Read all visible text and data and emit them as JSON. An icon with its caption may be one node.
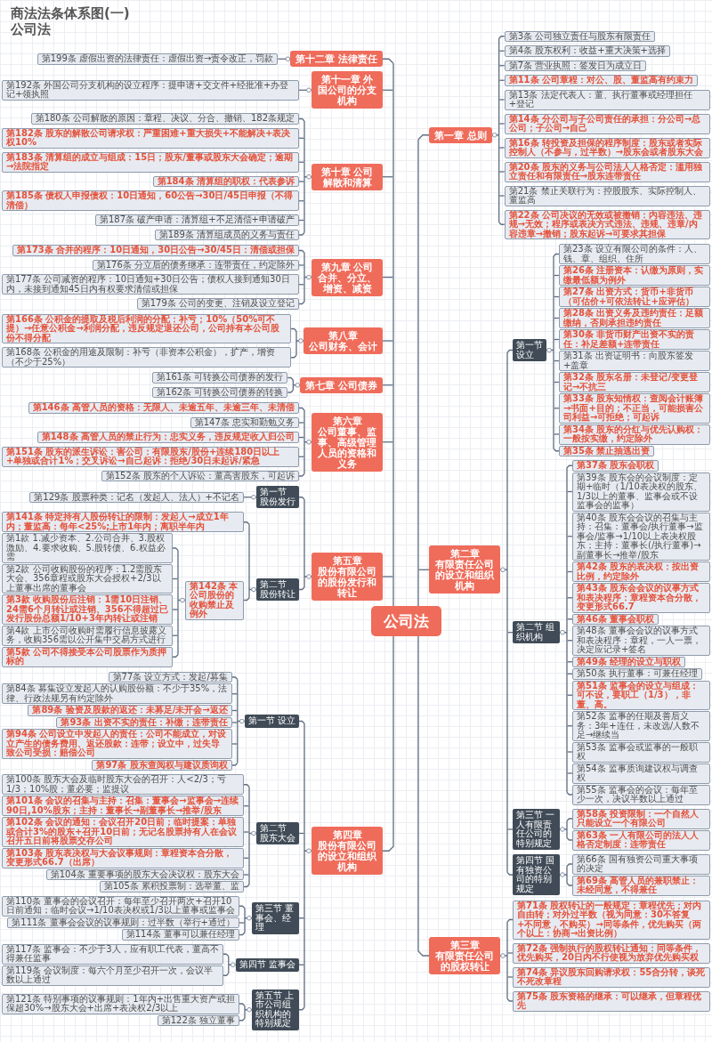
{
  "diagram": {
    "title": "商法法条体系图(一)",
    "labels": [
      "公司法"
    ],
    "nodes": [
      {
        "text": [
          "公司法"
        ]
      },
      {
        "text": [
          "第一章 总则"
        ]
      },
      {
        "text": [
          "第3条 公司独立责任与股东有限责任"
        ]
      },
      {
        "text": [
          "第4条 股东权利：收益+重大决策+选择"
        ]
      },
      {
        "text": [
          "第7条 营业执照：签发日为成立日"
        ]
      },
      {
        "text": [
          "第11条 公司章程：对公、股、董监高有约束力"
        ]
      },
      {
        "text": [
          "第13条 法定代表人：董、执行董事或经理担任+登记"
        ]
      },
      {
        "text": [
          "第14条 分公司与子公司责任的承担：分公司→总公司；子公司→自己"
        ]
      },
      {
        "text": [
          "第16条 转投资及担保的程序制度：股东或者实际控制人（不参与，过半数）→股东会或者股东大会"
        ]
      },
      {
        "text": [
          "第20条 股东的义务与公司法人人格否定：滥用独立责任和有限责任→股东连带责任"
        ]
      },
      {
        "text": [
          "第21条 禁止关联行为：控股股东、实际控制人、董监高"
        ]
      },
      {
        "text": [
          "第22条 公司决议的无效或被撤销：内容违法、违规→无效；程序或表决方式违法、违规、违章/内容违章→撤销；股东起诉→可要求其担保"
        ]
      },
      {
        "text": [
          "第二章",
          "有限责任公司的设立和组织机构"
        ]
      },
      {
        "text": [
          "第一节",
          "设立"
        ]
      },
      {
        "text": [
          "第23条 设立有限公司的条件：人、钱、章、组织、住所"
        ]
      },
      {
        "text": [
          "第26条 注册资本：认缴为原则，实缴最低额为例外"
        ]
      },
      {
        "text": [
          "第27条 出资方式：货币+非货币（可估价+可依法转让+应评估）"
        ]
      },
      {
        "text": [
          "第28条 出资义务及违约责任：足额缴纳，否则承担违约责任"
        ]
      },
      {
        "text": [
          "第30条 非货币财产出资不实的责任：补足差额+连带责任"
        ]
      },
      {
        "text": [
          "第31条 出资证明书：向股东签发+盖章"
        ]
      },
      {
        "text": [
          "第32条 股东名册：未登记/变更登记→不抗三"
        ]
      },
      {
        "text": [
          "第33条 股东知情权：查阅会计账簿→书面+目的；不正当，可能损害公司利益→可拒绝；可起诉"
        ]
      },
      {
        "text": [
          "第34条 股东的分红与优先认购权：一般按实缴，约定除外"
        ]
      },
      {
        "text": [
          "第35条 禁止抽逃出资"
        ]
      },
      {
        "text": [
          "第二节 组织机构"
        ]
      },
      {
        "text": [
          "第37条 股东会职权"
        ]
      },
      {
        "text": [
          "第39条 股东会的会议制度：定期+临时（1/10表决权的股东、1/3以上的董事、监事会或不设监事会的监事）"
        ]
      },
      {
        "text": [
          "第40条 股东会会议的召集与主持：召集：董事会/执行董事→监事会/监事→1/10以上表决权股东；主持：董事长(/执行董事)→副董事长→推举/股东"
        ]
      },
      {
        "text": [
          "第42条 股东的表决权：按出资比例，约定除外"
        ]
      },
      {
        "text": [
          "第43条 股东会会议的议事方式和表决程序：章程资本合分散，变更形式66.7"
        ]
      },
      {
        "text": [
          "第46条 董事会职权"
        ]
      },
      {
        "text": [
          "第48条 董事会会议的议事方式和表决程序：章程，一人一票，决定应记录+签名"
        ]
      },
      {
        "text": [
          "第49条 经理的设立与职权"
        ]
      },
      {
        "text": [
          "第50条 执行董事：可兼任经理"
        ]
      },
      {
        "text": [
          "第51条 监事会的设立与组成：可不设，要职工（1/3），非董、高。"
        ]
      },
      {
        "text": [
          "第52条 监事的任期及善后义务：3年+连任，未改选/人数不足→继续当"
        ]
      },
      {
        "text": [
          "第53条 监事会或监事的一般职权"
        ]
      },
      {
        "text": [
          "第54条 监事质询建议权与调查权"
        ]
      },
      {
        "text": [
          "第55条 监事会的会议：每年至少一次，决议半数以上通过"
        ]
      },
      {
        "text": [
          "第三节 一人有限责任公司的特别规定"
        ]
      },
      {
        "text": [
          "第58条 投资限制：一个自然人只能设立一个有限公司"
        ]
      },
      {
        "text": [
          "第63条 一人有限公司的法人人格否定制度：连带责任"
        ]
      },
      {
        "text": [
          "第四节 国有独资公司的特别规定"
        ]
      },
      {
        "text": [
          "第66条 国有独资公司重大事项的决定"
        ]
      },
      {
        "text": [
          "第69条 高管人员的兼职禁止：未经同意，不得兼任"
        ]
      },
      {
        "text": [
          "第三章",
          "有限责任公司的股权转让"
        ]
      },
      {
        "text": [
          "第71条 股权转让的一般规定：章程优先；对内自由转；对外过半数（视为同意：30不答复+不同意，不购买）→同等条件，优先购买（两个以上：协商→出资比例）"
        ]
      },
      {
        "text": [
          "第72条 强制执行的股权转让通知：同等条件，优先购买，20日内不行使视为放弃优先购买权"
        ]
      },
      {
        "text": [
          "第74条 异议股东回购请求权：55合分转，谈死不死改章程"
        ]
      },
      {
        "text": [
          "第75条 股东资格的继承：可以继承，但章程优先"
        ]
      },
      {
        "text": [
          "第四章",
          "股份有限公司的设立和组织机构"
        ]
      },
      {
        "text": [
          "第一节 设立"
        ]
      },
      {
        "text": [
          "第77条 设立方式：发起/募集"
        ]
      },
      {
        "text": [
          "第84条 募集设立发起人的认购股份额：不少于35%，法律、行政法规另有约定除外"
        ]
      },
      {
        "text": [
          "第89条 验资及股款的返还：未募足/未开会→返还"
        ]
      },
      {
        "text": [
          "第93条 出资不实的责任：补缴；连带责任"
        ]
      },
      {
        "text": [
          "第94条 公司设立中发起人的责任：公司不能成立，对设立产生的债务费用、返还股款：连带；设立中，过失导致公司受损：赔偿公司"
        ]
      },
      {
        "text": [
          "第97条 股东查阅权与建议质询权"
        ]
      },
      {
        "text": [
          "第二节",
          "股东大会"
        ]
      },
      {
        "text": [
          "第100条 股东大会及临时股东大会的召开：人<2/3；亏1/3；10%股；董必要；监提议"
        ]
      },
      {
        "text": [
          "第101条 会议的召集与主持：召集：董事会→监事会→连续90日,10%股东；主持：董事长→副董事长→推举/股东"
        ]
      },
      {
        "text": [
          "第102条 会议的通知：会议召开20日前；临时提案：单独或合计3%的股东+召开10日前；无记名股票持有人在会议召开五日前将股票交存公司"
        ]
      },
      {
        "text": [
          "第103条 股东表决权与大会议事规则：章程资本合分散，变更形式66.7（出席）"
        ]
      },
      {
        "text": [
          "第104条 重要事项的股东大会决议权：股东大会"
        ]
      },
      {
        "text": [
          "第105条 累积投票制：选举董、监"
        ]
      },
      {
        "text": [
          "第三节 董事会、经理"
        ]
      },
      {
        "text": [
          "第110条 董事会的会议召开：每年至少召开两次+召开10日前通知；临时会议→1/10表决权或1/3以上董事或监事会"
        ]
      },
      {
        "text": [
          "第111条 董事会会议的议事规则：过半数（举行+通过）"
        ]
      },
      {
        "text": [
          "第114条 董事可以兼任经理"
        ]
      },
      {
        "text": [
          "第四节 监事会"
        ]
      },
      {
        "text": [
          "第117条 监事会：不少于3人，应有职工代表，董高不得兼任监事"
        ]
      },
      {
        "text": [
          "第119条 会议制度：每六个月至少召开一次，会议半数以上通过"
        ]
      },
      {
        "text": [
          "第五节 上市公司组织机构的特别规定"
        ]
      },
      {
        "text": [
          "第121条 特别事项的议事规则：1年内+出售重大资产或担保超30%→股东大会+出席+表决权2/3以上"
        ]
      },
      {
        "text": [
          "第122条 独立董事"
        ]
      },
      {
        "text": [
          "第五章",
          "股份有限公司的股份发行和转让"
        ]
      },
      {
        "text": [
          "第一节",
          "股份发行"
        ]
      },
      {
        "text": [
          "第129条 股票种类：记名（发起人、法人）+不记名"
        ]
      },
      {
        "text": [
          "第二节",
          "股份转让"
        ]
      },
      {
        "text": [
          "第141条 特定持有人股份转让的限制：发起人→成立1年内；董监高：每年<25%;上市1年内；离职半年内"
        ]
      },
      {
        "text": [
          "第142条 本公司股份的收购禁止及例外"
        ]
      },
      {
        "text": [
          "第1款 1.减少资本、2.公司合并、3.股权激励、4.要求收购、5.股转债、6.权益必需"
        ]
      },
      {
        "text": [
          "第2款 公司收购股份的程序：1.2需股东大会、356章程或股东大会授权+2/3以上董事出席的董事会"
        ]
      },
      {
        "text": [
          "第3款 收购股份后注销：1需10日注销、24需6个月转让或注销、356不得超过已发行股份总额1/10+3年内转让或注销"
        ]
      },
      {
        "text": [
          "第4款 上市公司收购时需履行信息披露义务，收购356需以公开集中交易方式进行"
        ]
      },
      {
        "text": [
          "第5款 公司不得接受本公司股票作为质押标的"
        ]
      },
      {
        "text": [
          "第六章",
          "公司董事、监事、高级管理人员的资格和义务"
        ]
      },
      {
        "text": [
          "第146条 高管人员的资格：无限人、未逾五年、未逾三年、未清偿"
        ]
      },
      {
        "text": [
          "第147条 忠实和勤勉义务"
        ]
      },
      {
        "text": [
          "第148条 高管人员的禁止行为：忠实义务，违反规定收入归公司"
        ]
      },
      {
        "text": [
          "第151条 股东的派生诉讼：害公司：有限股东/股份+连续180日以上+单独或合计1%；交叉诉讼→自己起诉：拒绝/30日未起诉/紧急"
        ]
      },
      {
        "text": [
          "第152条 股东的个人诉讼：董高害股东，可起诉"
        ]
      },
      {
        "text": [
          "第七章 公司债券"
        ]
      },
      {
        "text": [
          "第161条 可转换公司债券的发行"
        ]
      },
      {
        "text": [
          "第162条 可转换公司债券的转换"
        ]
      },
      {
        "text": [
          "第八章",
          "公司财务、会计"
        ]
      },
      {
        "text": [
          "第166条 公积金的提取及税后利润的分配：补亏；10%（50%可不提）→任意公积金→利润分配，违反规定退还公司，公司持有本公司股份不得分配"
        ]
      },
      {
        "text": [
          "第168条 公积金的用途及限制：补亏（非资本公积金），扩产，增资（不少于25%）"
        ]
      },
      {
        "text": [
          "第九章 公司合并、分立、增资、减资"
        ]
      },
      {
        "text": [
          "第173条 合并的程序：10日通知，30日公告→30/45日：清偿或担保"
        ]
      },
      {
        "text": [
          "第176条 分立后的债务继承：连带责任，约定除外"
        ]
      },
      {
        "text": [
          "第177条 公司减资的程序：10日通知+30日公告；债权人接到通知30日内，未接到通知45日内有权要求清偿或担保"
        ]
      },
      {
        "text": [
          "第179条 公司的变更、注销及设立登记"
        ]
      },
      {
        "text": [
          "第十章 公司解散和清算"
        ]
      },
      {
        "text": [
          "第180条 公司解散的原因：章程、决议、分合、撤销、182条规定"
        ]
      },
      {
        "text": [
          "第182条 股东的解散公司请求权：严重困难+重大损失+不能解决+表决权10%"
        ]
      },
      {
        "text": [
          "第183条 清算组的成立与组成：15日；股东/董事或股东大会确定；逾期→法院指定"
        ]
      },
      {
        "text": [
          "第184条 清算组的职权：代表参诉"
        ]
      },
      {
        "text": [
          "第185条 债权人申报债权：10日通知，60公告→30日/45日申报（不得清偿）"
        ]
      },
      {
        "text": [
          "第187条 破产申请：清算组+不足清偿+申请破产"
        ]
      },
      {
        "text": [
          "第189条 清算组成员的义务与责任"
        ]
      },
      {
        "text": [
          "第十一章 外国公司的分支机构"
        ]
      },
      {
        "text": [
          "第192条 外国公司分支机构的设立程序：提申请+交文件+经批准+办登记+领执照"
        ]
      },
      {
        "text": [
          "第十二章 法律责任"
        ]
      },
      {
        "text": [
          "第199条 虚假出资的法律责任：虚假出资→责令改正，罚款"
        ]
      }
    ],
    "edges": [
      {
        "from": 0,
        "to": 1,
        "arrow": "none"
      },
      {
        "from": 1,
        "to": 2,
        "arrow": "other"
      },
      {
        "from": 1,
        "to": 3,
        "arrow": "other"
      },
      {
        "from": 1,
        "to": 4,
        "arrow": "other"
      },
      {
        "from": 1,
        "to": 5,
        "arrow": "other"
      },
      {
        "from": 1,
        "to": 6,
        "arrow": "other"
      },
      {
        "from": 1,
        "to": 7,
        "arrow": "other"
      },
      {
        "from": 1,
        "to": 8,
        "arrow": "other"
      },
      {
        "from": 1,
        "to": 9,
        "arrow": "other"
      },
      {
        "from": 1,
        "to": 10,
        "arrow": "other"
      },
      {
        "from": 1,
        "to": 11,
        "arrow": "other"
      },
      {
        "from": 0,
        "to": 12,
        "arrow": "none"
      },
      {
        "from": 12,
        "to": 13,
        "arrow": "other"
      },
      {
        "from": 13,
        "to": 14,
        "arrow": "other"
      },
      {
        "from": 13,
        "to": 15,
        "arrow": "other"
      },
      {
        "from": 13,
        "to": 16,
        "arrow": "other"
      },
      {
        "from": 13,
        "to": 17,
        "arrow": "other"
      },
      {
        "from": 13,
        "to": 18,
        "arrow": "other"
      },
      {
        "from": 13,
        "to": 19,
        "arrow": "other"
      },
      {
        "from": 13,
        "to": 20,
        "arrow": "other"
      },
      {
        "from": 13,
        "to": 21,
        "arrow": "other"
      },
      {
        "from": 13,
        "to": 22,
        "arrow": "other"
      },
      {
        "from": 13,
        "to": 23,
        "arrow": "other"
      },
      {
        "from": 12,
        "to": 24,
        "arrow": "other"
      },
      {
        "from": 24,
        "to": 25,
        "arrow": "other"
      },
      {
        "from": 24,
        "to": 26,
        "arrow": "other"
      },
      {
        "from": 24,
        "to": 27,
        "arrow": "other"
      },
      {
        "from": 24,
        "to": 28,
        "arrow": "other"
      },
      {
        "from": 24,
        "to": 29,
        "arrow": "other"
      },
      {
        "from": 24,
        "to": 30,
        "arrow": "other"
      },
      {
        "from": 24,
        "to": 31,
        "arrow": "other"
      },
      {
        "from": 24,
        "to": 32,
        "arrow": "other"
      },
      {
        "from": 24,
        "to": 33,
        "arrow": "other"
      },
      {
        "from": 24,
        "to": 34,
        "arrow": "other"
      },
      {
        "from": 24,
        "to": 35,
        "arrow": "other"
      },
      {
        "from": 24,
        "to": 36,
        "arrow": "other"
      },
      {
        "from": 24,
        "to": 37,
        "arrow": "other"
      },
      {
        "from": 24,
        "to": 38,
        "arrow": "other"
      },
      {
        "from": 12,
        "to": 39,
        "arrow": "other"
      },
      {
        "from": 39,
        "to": 40,
        "arrow": "other"
      },
      {
        "from": 39,
        "to": 41,
        "arrow": "other"
      },
      {
        "from": 12,
        "to": 42,
        "arrow": "other"
      },
      {
        "from": 42,
        "to": 43,
        "arrow": "other"
      },
      {
        "from": 42,
        "to": 44,
        "arrow": "other"
      },
      {
        "from": 0,
        "to": 45,
        "arrow": "none"
      },
      {
        "from": 45,
        "to": 46,
        "arrow": "other"
      },
      {
        "from": 45,
        "to": 47,
        "arrow": "other"
      },
      {
        "from": 45,
        "to": 48,
        "arrow": "other"
      },
      {
        "from": 45,
        "to": 49,
        "arrow": "other"
      },
      {
        "from": 0,
        "to": 50,
        "arrow": "none"
      },
      {
        "from": 50,
        "to": 51,
        "arrow": "other"
      },
      {
        "from": 51,
        "to": 52,
        "arrow": "other"
      },
      {
        "from": 51,
        "to": 53,
        "arrow": "other"
      },
      {
        "from": 51,
        "to": 54,
        "arrow": "other"
      },
      {
        "from": 51,
        "to": 55,
        "arrow": "other"
      },
      {
        "from": 51,
        "to": 56,
        "arrow": "other"
      },
      {
        "from": 51,
        "to": 57,
        "arrow": "other"
      },
      {
        "from": 50,
        "to": 58,
        "arrow": "other"
      },
      {
        "from": 58,
        "to": 59,
        "arrow": "other"
      },
      {
        "from": 58,
        "to": 60,
        "arrow": "other"
      },
      {
        "from": 58,
        "to": 61,
        "arrow": "other"
      },
      {
        "from": 58,
        "to": 62,
        "arrow": "other"
      },
      {
        "from": 58,
        "to": 63,
        "arrow": "other"
      },
      {
        "from": 58,
        "to": 64,
        "arrow": "other"
      },
      {
        "from": 50,
        "to": 65,
        "arrow": "other"
      },
      {
        "from": 65,
        "to": 66,
        "arrow": "other"
      },
      {
        "from": 65,
        "to": 67,
        "arrow": "other"
      },
      {
        "from": 65,
        "to": 68,
        "arrow": "other"
      },
      {
        "from": 50,
        "to": 69,
        "arrow": "other"
      },
      {
        "from": 69,
        "to": 70,
        "arrow": "other"
      },
      {
        "from": 69,
        "to": 71,
        "arrow": "other"
      },
      {
        "from": 50,
        "to": 72,
        "arrow": "other"
      },
      {
        "from": 72,
        "to": 73,
        "arrow": "other"
      },
      {
        "from": 72,
        "to": 74,
        "arrow": "other"
      },
      {
        "from": 0,
        "to": 75,
        "arrow": "none"
      },
      {
        "from": 75,
        "to": 76,
        "arrow": "other"
      },
      {
        "from": 76,
        "to": 77,
        "arrow": "other"
      },
      {
        "from": 75,
        "to": 78,
        "arrow": "other"
      },
      {
        "from": 78,
        "to": 79,
        "arrow": "other"
      },
      {
        "from": 78,
        "to": 80,
        "arrow": "other"
      },
      {
        "from": 80,
        "to": 81,
        "arrow": "other"
      },
      {
        "from": 80,
        "to": 82,
        "arrow": "other"
      },
      {
        "from": 80,
        "to": 83,
        "arrow": "other"
      },
      {
        "from": 80,
        "to": 84,
        "arrow": "other"
      },
      {
        "from": 80,
        "to": 85,
        "arrow": "other"
      },
      {
        "from": 0,
        "to": 86,
        "arrow": "none"
      },
      {
        "from": 86,
        "to": 87,
        "arrow": "other"
      },
      {
        "from": 86,
        "to": 88,
        "arrow": "other"
      },
      {
        "from": 86,
        "to": 89,
        "arrow": "other"
      },
      {
        "from": 86,
        "to": 90,
        "arrow": "other"
      },
      {
        "from": 86,
        "to": 91,
        "arrow": "other"
      },
      {
        "from": 0,
        "to": 92,
        "arrow": "none"
      },
      {
        "from": 92,
        "to": 93,
        "arrow": "other"
      },
      {
        "from": 92,
        "to": 94,
        "arrow": "other"
      },
      {
        "from": 0,
        "to": 95,
        "arrow": "none"
      },
      {
        "from": 95,
        "to": 96,
        "arrow": "other"
      },
      {
        "from": 95,
        "to": 97,
        "arrow": "other"
      },
      {
        "from": 0,
        "to": 98,
        "arrow": "none"
      },
      {
        "from": 98,
        "to": 99,
        "arrow": "other"
      },
      {
        "from": 98,
        "to": 100,
        "arrow": "other"
      },
      {
        "from": 98,
        "to": 101,
        "arrow": "other"
      },
      {
        "from": 98,
        "to": 102,
        "arrow": "other"
      },
      {
        "from": 0,
        "to": 103,
        "arrow": "none"
      },
      {
        "from": 103,
        "to": 104,
        "arrow": "other"
      },
      {
        "from": 103,
        "to": 105,
        "arrow": "other"
      },
      {
        "from": 103,
        "to": 106,
        "arrow": "other"
      },
      {
        "from": 103,
        "to": 107,
        "arrow": "other"
      },
      {
        "from": 103,
        "to": 108,
        "arrow": "other"
      },
      {
        "from": 103,
        "to": 109,
        "arrow": "other"
      },
      {
        "from": 103,
        "to": 110,
        "arrow": "other"
      },
      {
        "from": 0,
        "to": 111,
        "arrow": "none"
      },
      {
        "from": 111,
        "to": 112,
        "arrow": "other"
      },
      {
        "from": 0,
        "to": 113,
        "arrow": "none"
      },
      {
        "from": 113,
        "to": 114,
        "arrow": "other"
      }
    ]
  }
}
